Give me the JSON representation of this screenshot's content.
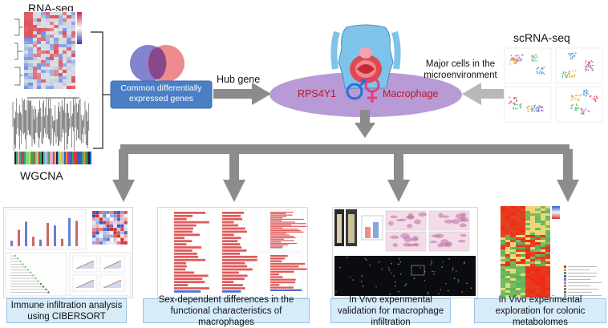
{
  "labels": {
    "rna_seq": "RNA-seq",
    "wgcna": "WGCNA",
    "scrna_seq": "scRNA-seq",
    "common_genes": "Common differentially expressed genes",
    "hub_gene": "Hub gene",
    "major_cells": "Major cells in the microenvironment",
    "rps4y1": "RPS4Y1",
    "macrophage": "Macrophage"
  },
  "captions": [
    "Immune infiltration analysis using CIBERSORT",
    "Sex-dependent differences in the functional characteristics of macrophages",
    "In Vivo experimental validation for macrophage infiltration",
    "In Vivo experimental exploration for colonic metabolomes"
  ],
  "colors": {
    "ellipse": "#b79ad6",
    "box_blue": "#4a7fc6",
    "arrow_gray": "#8c8c8c",
    "text_red": "#c0152a",
    "caption_bg": "#d6ecf8"
  }
}
